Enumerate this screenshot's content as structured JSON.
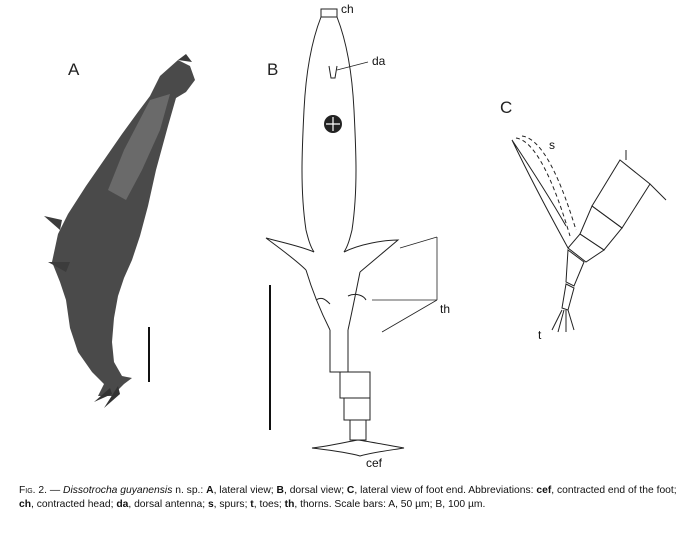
{
  "panels": {
    "a": "A",
    "b": "B",
    "c": "C"
  },
  "labels": {
    "ch": "ch",
    "da": "da",
    "s": "s",
    "th": "th",
    "cef": "cef",
    "t": "t"
  },
  "caption": {
    "fig": "Fig. 2.",
    "dash": " — ",
    "species": "Dissotrocha guyanensis",
    "sp": " n. sp.: ",
    "A": "A",
    "A_text": ", lateral view; ",
    "B": "B",
    "B_text": ", dorsal view; ",
    "C": "C",
    "C_text": ", lateral view of foot end. Abbreviations: ",
    "cef": "cef",
    "cef_text": ", contracted end of the foot; ",
    "ch": "ch",
    "ch_text": ", contracted head; ",
    "da": "da",
    "da_text": ", dorsal antenna; ",
    "s": "s",
    "s_text": ", spurs; ",
    "t": "t",
    "t_text": ", toes; ",
    "th": "th",
    "th_text": ", thorns. Scale bars: A, 50 µm; B, 100 µm."
  }
}
